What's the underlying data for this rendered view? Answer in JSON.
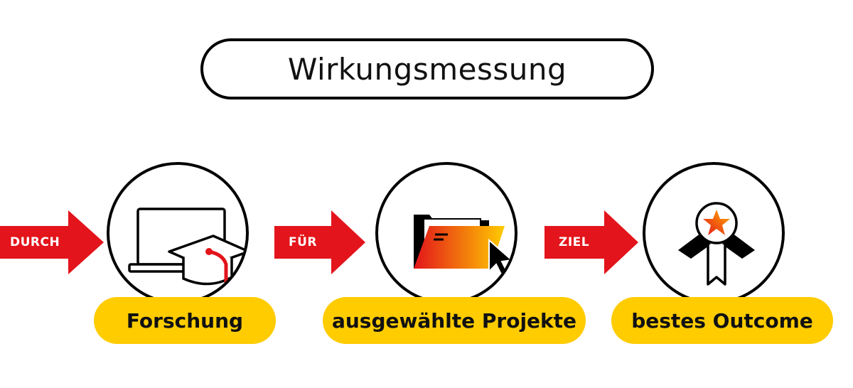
{
  "title": "Wirkungsmessung",
  "steps": [
    {
      "connector": "DURCH",
      "label": "Forschung",
      "icon": "laptop-graduation-cap-icon"
    },
    {
      "connector": "FÜR",
      "label": "ausgewählte Projekte",
      "icon": "folder-cursor-icon"
    },
    {
      "connector": "ZIEL",
      "label": "bestes Outcome",
      "icon": "award-ribbon-star-icon"
    }
  ],
  "colors": {
    "arrow": "#e3141b",
    "pill": "#ffcc00",
    "outline": "#000000",
    "gradient_start": "#e3141b",
    "gradient_end": "#ffcc00"
  }
}
